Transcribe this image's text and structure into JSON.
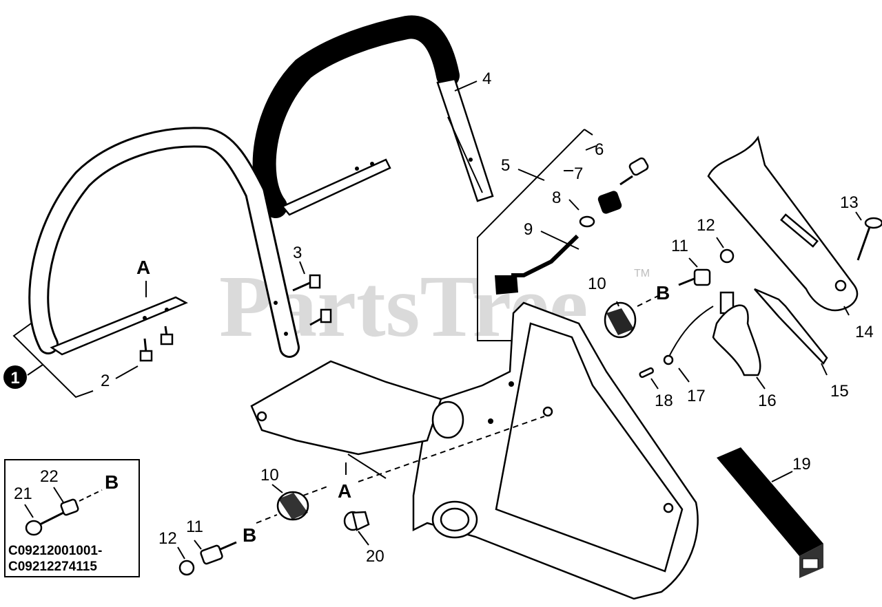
{
  "watermark": {
    "text": "PartsTree",
    "tm": "TM"
  },
  "callouts": {
    "c1": "1",
    "c2": "2",
    "c3": "3",
    "c4": "4",
    "c5": "5",
    "c6": "6",
    "c7": "7",
    "c8": "8",
    "c9": "9",
    "c10a": "10",
    "c10b": "10",
    "c11a": "11",
    "c11b": "11",
    "c12a": "12",
    "c12b": "12",
    "c13": "13",
    "c14": "14",
    "c15": "15",
    "c16": "16",
    "c17": "17",
    "c18": "18",
    "c19": "19",
    "c20": "20",
    "c21": "21",
    "c22": "22"
  },
  "connectors": {
    "a_top": "A",
    "a_bottom": "A",
    "b_right": "B",
    "b_left": "B",
    "b_inset": "B"
  },
  "inset": {
    "serial_from": "C09212001001-",
    "serial_to": "C09212274115"
  }
}
